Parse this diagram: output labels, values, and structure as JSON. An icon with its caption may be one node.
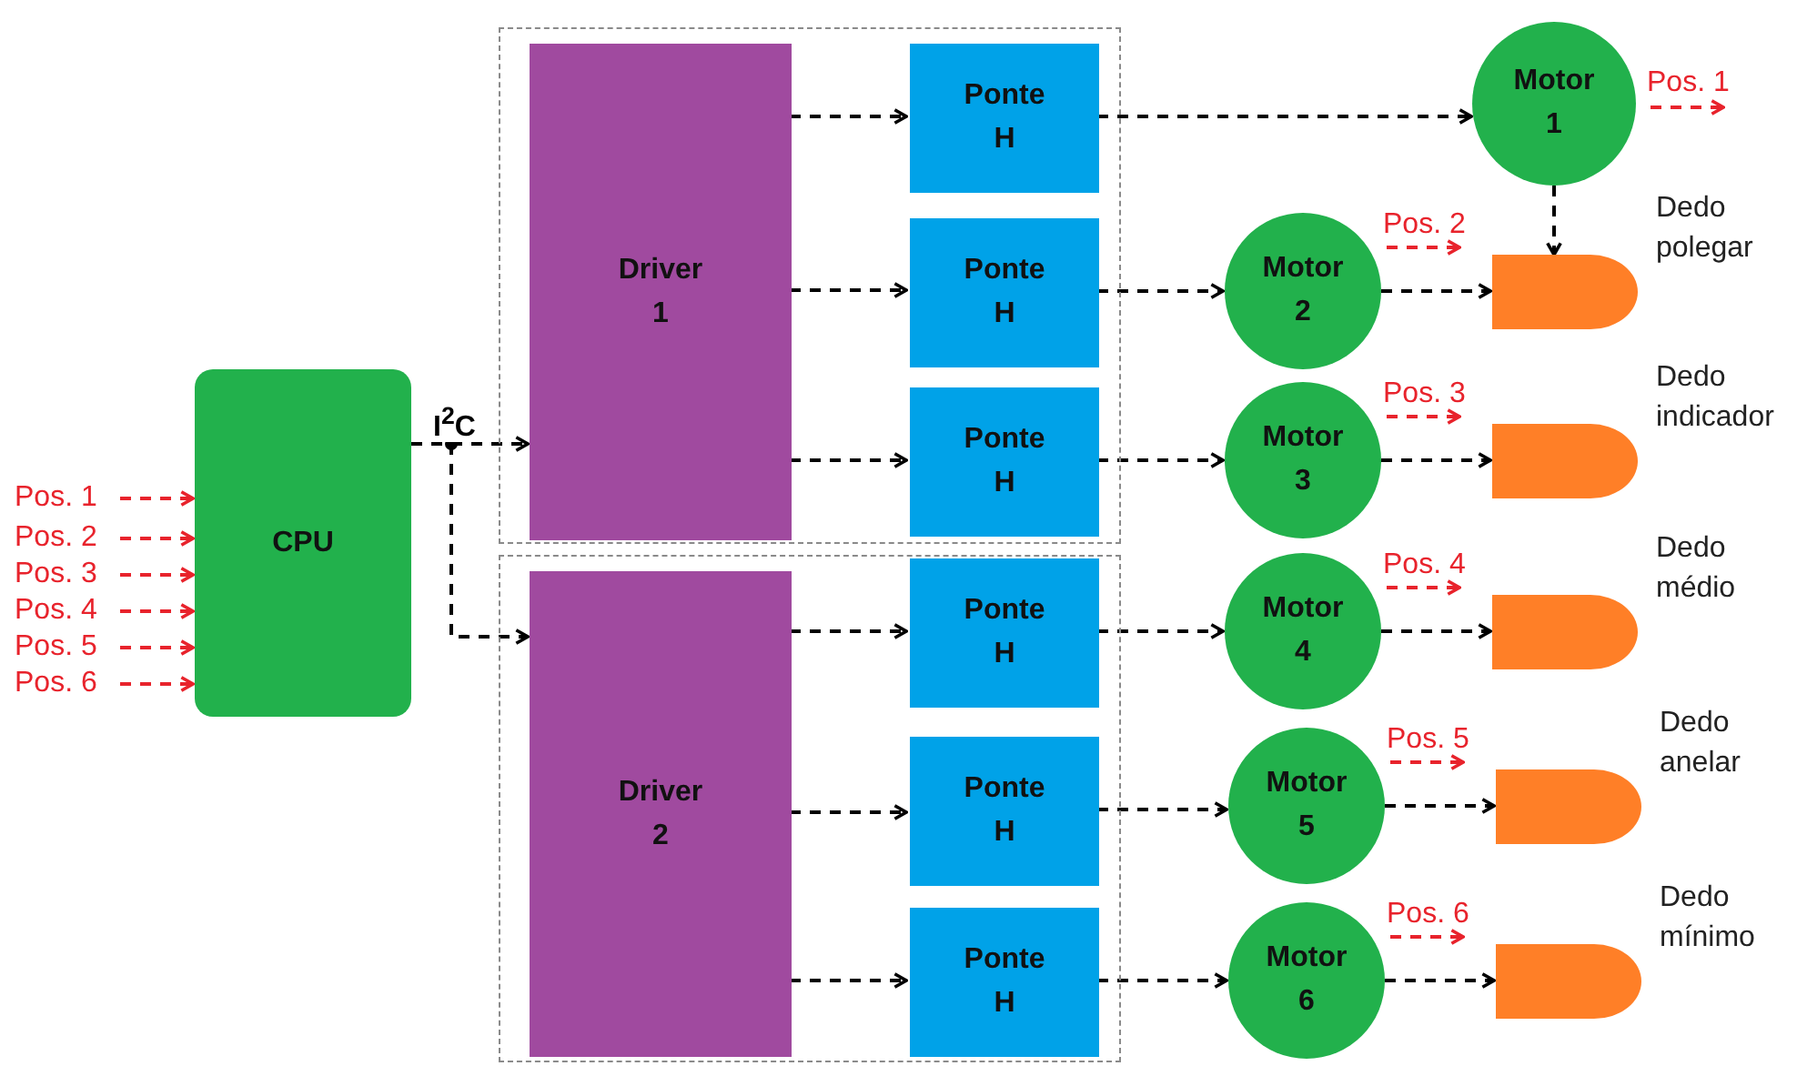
{
  "diagram": {
    "nodes": [
      {
        "text": [
          "Pos. 1"
        ]
      },
      {
        "text": [
          "Pos. 2"
        ]
      },
      {
        "text": [
          "Pos. 3"
        ]
      },
      {
        "text": [
          "Pos. 4"
        ]
      },
      {
        "text": [
          "Pos. 5"
        ]
      },
      {
        "text": [
          "Pos. 6"
        ]
      },
      {
        "text": [
          "CPU"
        ]
      },
      {
        "text": [],
        "shape": "box"
      },
      {
        "text": [
          "Driver 1"
        ],
        "in": 7
      },
      {
        "text": [
          "Ponte H"
        ],
        "in": 7
      },
      {
        "text": [
          "Ponte H"
        ],
        "in": 7
      },
      {
        "text": [
          "Ponte H"
        ],
        "in": 7
      },
      {
        "text": [],
        "shape": "box"
      },
      {
        "text": [
          "Driver 2"
        ],
        "in": 12
      },
      {
        "text": [
          "Ponte H"
        ],
        "in": 12
      },
      {
        "text": [
          "Ponte H"
        ],
        "in": 12
      },
      {
        "text": [
          "Ponte H"
        ],
        "in": 12
      },
      {
        "text": [
          "Motor 1"
        ],
        "beside": [
          "Pos. 1"
        ]
      },
      {
        "text": [
          "Motor 2"
        ],
        "beside": [
          "Pos. 2"
        ]
      },
      {
        "text": [
          "Motor 3"
        ],
        "beside": [
          "Pos. 3"
        ]
      },
      {
        "text": [
          "Motor 4"
        ],
        "beside": [
          "Pos. 4"
        ]
      },
      {
        "text": [
          "Motor 5"
        ],
        "beside": [
          "Pos. 5"
        ]
      },
      {
        "text": [
          "Motor 6"
        ],
        "beside": [
          "Pos. 6"
        ]
      },
      {
        "text": [
          "Dedo polegar"
        ]
      },
      {
        "text": [
          "Dedo indicador"
        ]
      },
      {
        "text": [
          "Dedo médio"
        ]
      },
      {
        "text": [
          "Dedo anelar"
        ]
      },
      {
        "text": [
          "Dedo mínimo"
        ]
      }
    ],
    "edges": [
      {
        "from": 0,
        "to": 6,
        "arrow": "to",
        "style": "dashed",
        "color": "#e8232c"
      },
      {
        "from": 1,
        "to": 6,
        "arrow": "to",
        "style": "dashed",
        "color": "#e8232c"
      },
      {
        "from": 2,
        "to": 6,
        "arrow": "to",
        "style": "dashed",
        "color": "#e8232c"
      },
      {
        "from": 3,
        "to": 6,
        "arrow": "to",
        "style": "dashed",
        "color": "#e8232c"
      },
      {
        "from": 4,
        "to": 6,
        "arrow": "to",
        "style": "dashed",
        "color": "#e8232c"
      },
      {
        "from": 5,
        "to": 6,
        "arrow": "to",
        "style": "dashed",
        "color": "#e8232c"
      },
      {
        "from": 6,
        "to": 8,
        "arrow": "to",
        "style": "dashed",
        "label": "I$^{2}$C"
      },
      {
        "from": 6,
        "to": 13,
        "arrow": "to",
        "style": "dashed"
      },
      {
        "from": 8,
        "to": 9,
        "arrow": "to",
        "style": "dashed"
      },
      {
        "from": 8,
        "to": 10,
        "arrow": "to",
        "style": "dashed"
      },
      {
        "from": 8,
        "to": 11,
        "arrow": "to",
        "style": "dashed"
      },
      {
        "from": 13,
        "to": 14,
        "arrow": "to",
        "style": "dashed"
      },
      {
        "from": 13,
        "to": 15,
        "arrow": "to",
        "style": "dashed"
      },
      {
        "from": 13,
        "to": 16,
        "arrow": "to",
        "style": "dashed"
      },
      {
        "from": 9,
        "to": 17,
        "arrow": "to",
        "style": "dashed"
      },
      {
        "from": 10,
        "to": 18,
        "arrow": "to",
        "style": "dashed"
      },
      {
        "from": 11,
        "to": 19,
        "arrow": "to",
        "style": "dashed"
      },
      {
        "from": 14,
        "to": 20,
        "arrow": "to",
        "style": "dashed"
      },
      {
        "from": 15,
        "to": 21,
        "arrow": "to",
        "style": "dashed"
      },
      {
        "from": 16,
        "to": 22,
        "arrow": "to",
        "style": "dashed"
      },
      {
        "from": 17,
        "to": 23,
        "arrow": "to",
        "style": "dashed"
      },
      {
        "from": 18,
        "to": 23,
        "arrow": "to",
        "style": "dashed"
      },
      {
        "from": 19,
        "to": 24,
        "arrow": "to",
        "style": "dashed"
      },
      {
        "from": 20,
        "to": 25,
        "arrow": "to",
        "style": "dashed"
      },
      {
        "from": 21,
        "to": 26,
        "arrow": "to",
        "style": "dashed"
      },
      {
        "from": 22,
        "to": 27,
        "arrow": "to",
        "style": "dashed"
      }
    ]
  }
}
